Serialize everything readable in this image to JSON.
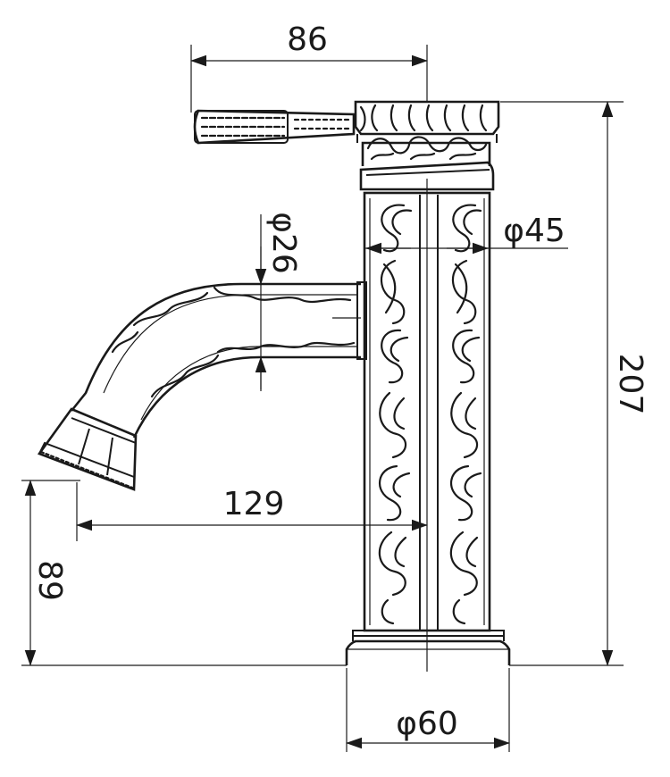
{
  "drawing": {
    "dimensions": {
      "handle_length": "86",
      "spout_diameter": "φ26",
      "body_diameter": "φ45",
      "total_height": "207",
      "spout_reach": "129",
      "spout_height": "89",
      "base_diameter": "φ60"
    }
  }
}
